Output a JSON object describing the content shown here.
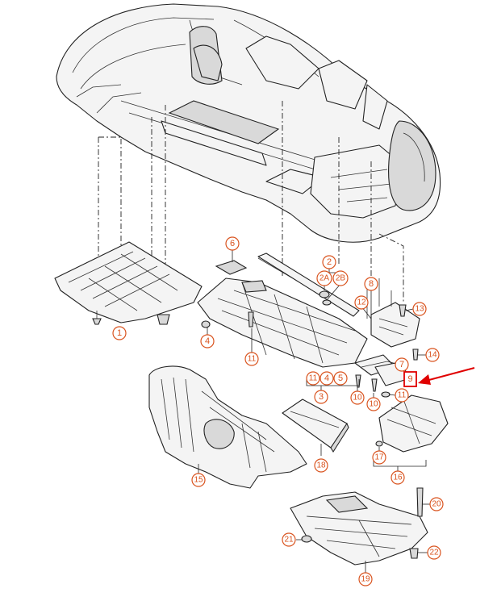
{
  "callouts": [
    {
      "id": "c1",
      "label": "1"
    },
    {
      "id": "c2",
      "label": "2"
    },
    {
      "id": "c2a",
      "label": "2A"
    },
    {
      "id": "c2b",
      "label": "2B"
    },
    {
      "id": "c3",
      "label": "3"
    },
    {
      "id": "c4a",
      "label": "4"
    },
    {
      "id": "c4b",
      "label": "4"
    },
    {
      "id": "c5",
      "label": "5"
    },
    {
      "id": "c6",
      "label": "6"
    },
    {
      "id": "c7",
      "label": "7"
    },
    {
      "id": "c8",
      "label": "8"
    },
    {
      "id": "c9",
      "label": "9"
    },
    {
      "id": "c10a",
      "label": "10"
    },
    {
      "id": "c10b",
      "label": "10"
    },
    {
      "id": "c11a",
      "label": "11"
    },
    {
      "id": "c11b",
      "label": "11"
    },
    {
      "id": "c11c",
      "label": "11"
    },
    {
      "id": "c12",
      "label": "12"
    },
    {
      "id": "c13",
      "label": "13"
    },
    {
      "id": "c14",
      "label": "14"
    },
    {
      "id": "c15",
      "label": "15"
    },
    {
      "id": "c16",
      "label": "16"
    },
    {
      "id": "c17",
      "label": "17"
    },
    {
      "id": "c18",
      "label": "18"
    },
    {
      "id": "c19",
      "label": "19"
    },
    {
      "id": "c20",
      "label": "20"
    },
    {
      "id": "c21",
      "label": "21"
    },
    {
      "id": "c22",
      "label": "22"
    }
  ],
  "highlight": {
    "label": "9",
    "color": "#e00000"
  },
  "colors": {
    "callout": "#d9531e",
    "highlight": "#e00000",
    "line": "#222222"
  }
}
